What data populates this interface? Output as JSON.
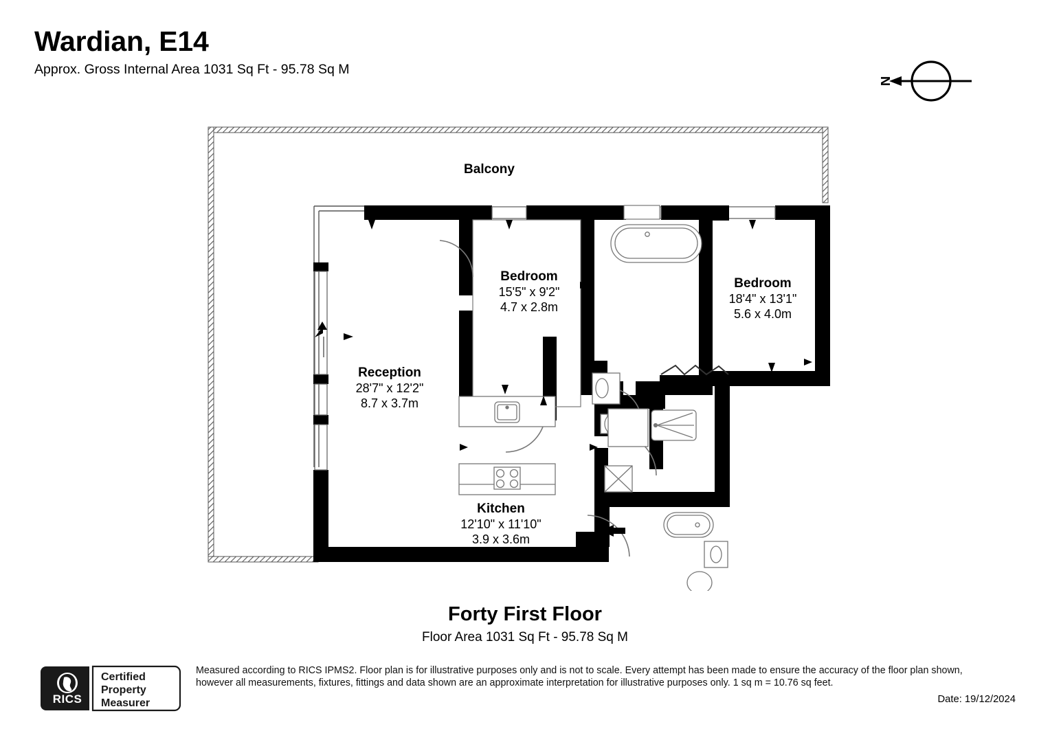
{
  "header": {
    "title": "Wardian, E14",
    "subtitle": "Approx. Gross Internal Area 1031 Sq Ft - 95.78 Sq M"
  },
  "compass": {
    "label": "N",
    "icon": "compass-north-arrow"
  },
  "plan": {
    "balcony_label": "Balcony",
    "rooms": [
      {
        "key": "bedroom1",
        "name": "Bedroom",
        "dim_imperial": "15'5\" x 9'2\"",
        "dim_metric": "4.7 x 2.8m"
      },
      {
        "key": "bedroom2",
        "name": "Bedroom",
        "dim_imperial": "18'4\" x 13'1\"",
        "dim_metric": "5.6 x 4.0m"
      },
      {
        "key": "reception",
        "name": "Reception",
        "dim_imperial": "28'7\" x 12'2\"",
        "dim_metric": "8.7 x 3.7m"
      },
      {
        "key": "kitchen",
        "name": "Kitchen",
        "dim_imperial": "12'10\" x 11'10\"",
        "dim_metric": "3.9 x 3.6m"
      }
    ],
    "fixtures": [
      "bathtub",
      "wash-basin",
      "toilet",
      "shower",
      "kitchen-sink",
      "hob",
      "wardrobe"
    ]
  },
  "floor_footer": {
    "floor_name": "Forty First Floor",
    "floor_area": "Floor Area 1031 Sq Ft - 95.78 Sq M"
  },
  "rics": {
    "brand": "RICS",
    "line1": "Certified",
    "line2": "Property",
    "line3": "Measurer"
  },
  "disclaimer": {
    "line1": "Measured according to RICS IPMS2. Floor plan is for illustrative purposes only and is not to scale. Every attempt has been made to ensure the accuracy of the floor plan shown,",
    "line2": "however all measurements, fixtures, fittings and data shown are an approximate interpretation for illustrative purposes only. 1 sq m = 10.76 sq feet."
  },
  "date": {
    "text": "Date: 19/12/2024"
  },
  "colors": {
    "wall": "#000000",
    "background": "#ffffff",
    "line": "#000000",
    "thin_line": "#7a7a7a"
  }
}
